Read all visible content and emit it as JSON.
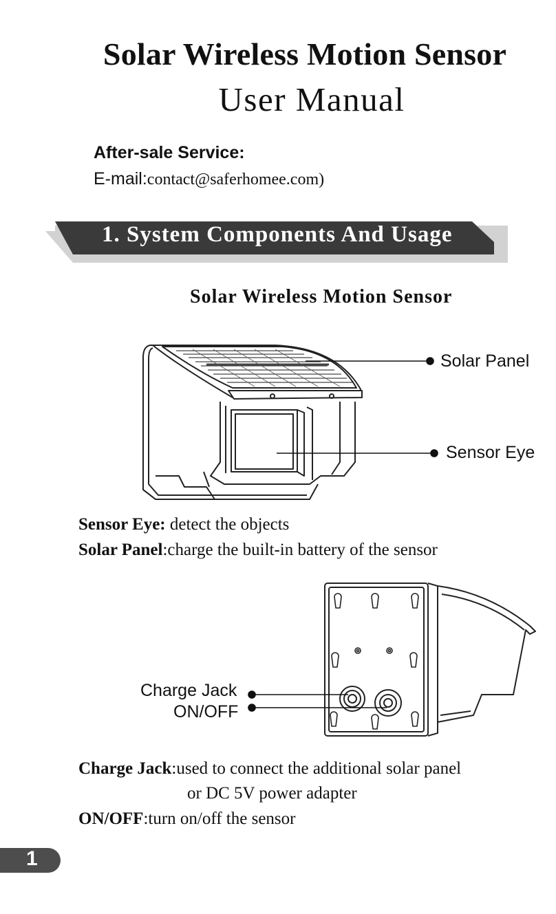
{
  "title": "Solar Wireless Motion Sensor",
  "subtitle": "User Manual",
  "after_sale": {
    "heading": "After-sale Service:",
    "email_label": "E-mail:",
    "email_value": "contact@saferhomee.com)"
  },
  "section": {
    "heading": "1. System Components And Usage",
    "subheading": "Solar Wireless Motion Sensor"
  },
  "front_diagram": {
    "callouts": {
      "solar_panel": "Solar Panel",
      "sensor_eye": "Sensor Eye"
    }
  },
  "front_descriptions": [
    {
      "term": "Sensor Eye:",
      "text": " detect the objects"
    },
    {
      "term": "Solar Panel",
      "text": ":charge the built-in battery of the sensor"
    }
  ],
  "back_diagram": {
    "callouts": {
      "charge_jack": "Charge Jack",
      "on_off": "ON/OFF"
    }
  },
  "back_descriptions": {
    "charge_jack_term": "Charge Jack",
    "charge_jack_text": ":used to connect the additional solar panel",
    "charge_jack_text2": "or DC 5V power adapter",
    "on_off_term": "ON/OFF",
    "on_off_text": ":turn on/off the sensor"
  },
  "page_number": "1",
  "colors": {
    "banner": "#3a3a3a",
    "banner_shadow": "#d2d2d2",
    "page_tab": "#4d4d4d"
  }
}
